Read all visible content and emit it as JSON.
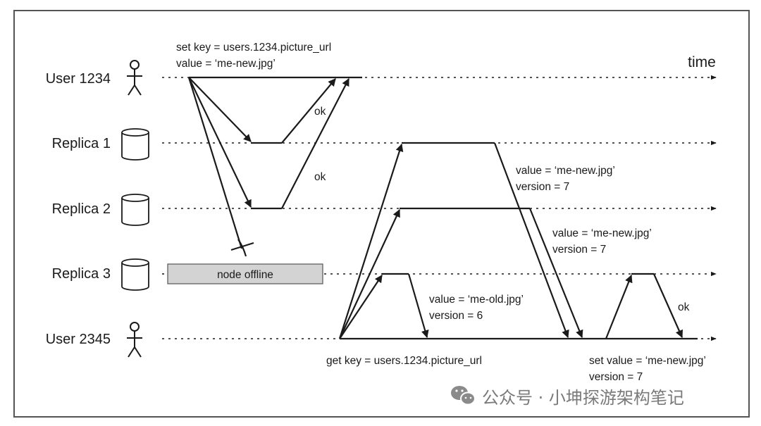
{
  "actors": {
    "user1234": "User 1234",
    "replica1": "Replica 1",
    "replica2": "Replica 2",
    "replica3": "Replica 3",
    "user2345": "User 2345"
  },
  "time_label": "time",
  "write_request": {
    "line1": "set key = users.1234.picture_url",
    "line2": "value = ‘me-new.jpg’"
  },
  "ack_labels": {
    "ok_replica1": "ok",
    "ok_replica2": "ok",
    "ok_read_repair": "ok"
  },
  "node_offline": "node offline",
  "read_request": "get key = users.1234.picture_url",
  "responses": {
    "replica1": {
      "line1": "value = ‘me-new.jpg’",
      "line2": "version = 7"
    },
    "replica2": {
      "line1": "value = ‘me-new.jpg’",
      "line2": "version = 7"
    },
    "replica3": {
      "line1": "value = ‘me-old.jpg’",
      "line2": "version = 6"
    }
  },
  "read_repair": {
    "line1": "set value = ‘me-new.jpg’",
    "line2": "version = 7"
  },
  "watermark": "公众号 · 小坤探游架构笔记",
  "colors": {
    "line": "#1a1a1a",
    "offline_fill": "#d3d3d3",
    "watermark": "#7a7a7a"
  }
}
